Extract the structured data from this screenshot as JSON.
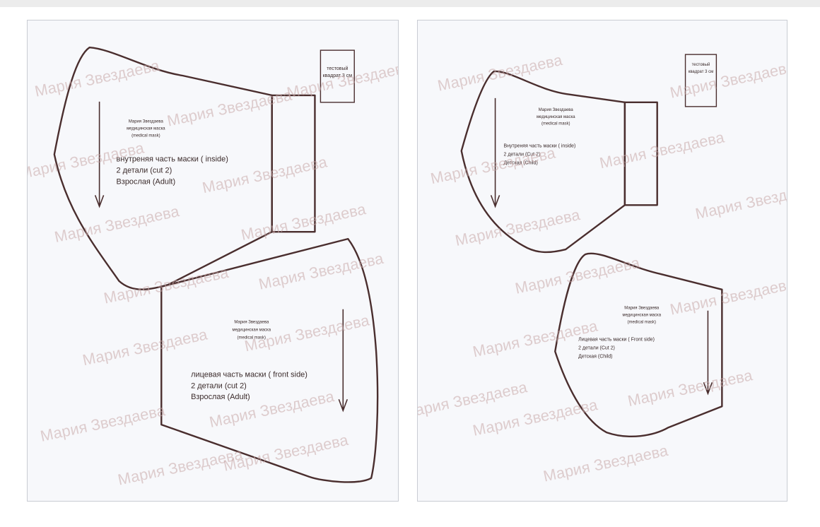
{
  "watermark": "Мария Звездаева",
  "adult_sheet": {
    "test_square": {
      "line1": "тестовый",
      "line2": "квадрат 3 см"
    },
    "inside_piece": {
      "author": "Мария Звездаева",
      "title": "медицинская маска",
      "subtitle": "(medical mask)",
      "part": "внутреняя часть маски ( inside)",
      "count": "2 детали  (cut 2)",
      "size": "Взрослая (Adult)"
    },
    "front_piece": {
      "author": "Мария Звездаева",
      "title": "медицинская маска",
      "subtitle": "(medical mask)",
      "part": "лицевая часть маски ( front side)",
      "count": "2 детали  (cut 2)",
      "size": "Взрослая (Adult)"
    }
  },
  "child_sheet": {
    "test_square": {
      "line1": "тестовый",
      "line2": "квадрат 3 см"
    },
    "inside_piece": {
      "author": "Мария Звездаева",
      "title": "медицинская маска",
      "subtitle": "(medical mask)",
      "part": "Внутреняя часть маски ( inside)",
      "count": "2 детали  (Cut 2)",
      "size": "Детская (Child)"
    },
    "front_piece": {
      "author": "Мария Звездаева",
      "title": "медицинская маска",
      "subtitle": "(medical mask)",
      "part": "Лицевая часть маски ( Front side)",
      "count": "2 детали  (Cut 2)",
      "size": "Детская (Child)"
    }
  },
  "colors": {
    "line": "#4a2e2e",
    "watermark": "#c9a9a9",
    "paper": "#f7f8fb"
  }
}
